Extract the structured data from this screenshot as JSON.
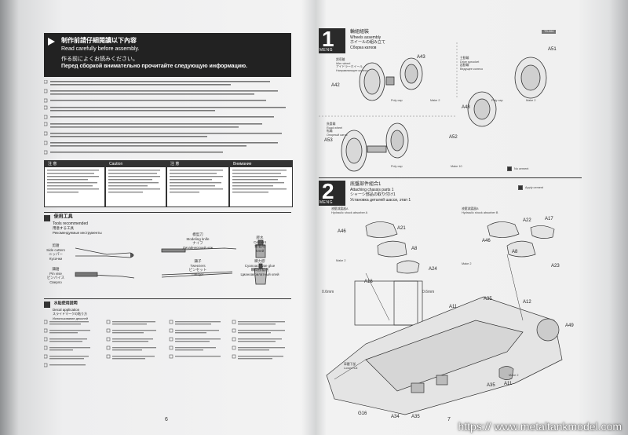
{
  "left_page": {
    "header": {
      "zh": "制作前請仔細閱讀以下內容",
      "en1": "Read carefully before assembly.",
      "jp": "作る前によくお読みください。",
      "ru": "Перед сборкой внимательно прочитайте следующую информацию."
    },
    "warning_boxes": [
      {
        "title": "注 意"
      },
      {
        "title": "Caution"
      },
      {
        "title": "注 意"
      },
      {
        "title": "Внимание"
      }
    ],
    "tools": {
      "zh": "使用工具",
      "en": "Tools recommended",
      "jp": "用意する工具",
      "ru": "Рекомендуемые инструменты",
      "items": [
        {
          "zh": "剪鉗",
          "en": "Side cutters",
          "jp": "ニッパー",
          "ru": "Кусачки"
        },
        {
          "zh": "模型刀",
          "en": "Modeling knife",
          "jp": "ナイフ",
          "ru": "Дизайнерский нож"
        },
        {
          "zh": "膠水",
          "en": "Cement",
          "jp": "接着剤",
          "ru": "Клей"
        },
        {
          "zh": "鑷鉗",
          "en": "Pin vise",
          "jp": "ピンバイス",
          "ru": "Сверло"
        },
        {
          "zh": "鑷子",
          "en": "Tweezers",
          "jp": "ピンセット",
          "ru": "Пинцет"
        },
        {
          "zh": "瞬力膠",
          "en": "Cyanoacrylate glue",
          "jp": "瞬間接着剤",
          "ru": "Цианоакрилатный клей"
        }
      ]
    },
    "decal": {
      "zh": "水貼使用說明",
      "en": "Decal application",
      "jp": "スライドマークの貼り方",
      "ru": "Использование деколей"
    },
    "page_number": "6"
  },
  "right_page": {
    "brand": "MENG",
    "product_code": "TS-064",
    "step1": {
      "number": "1",
      "zh": "輪組組裝",
      "en": "Wheels assembly",
      "jp": "ホイールの組み立て",
      "ru": "Сборка катков",
      "parts": [
        "A42",
        "A43",
        "A51",
        "A48",
        "A53",
        "A52"
      ],
      "labels": [
        {
          "zh": "誘導輪",
          "en": "Idler wheel",
          "jp": "アイドラーホイール",
          "ru": "Направляющее колесо"
        },
        {
          "zh": "主動輪",
          "en": "Drive sprocket",
          "jp": "起動輪",
          "ru": "Ведущее колесо"
        },
        {
          "zh": "負重輪",
          "en": "Road wheel",
          "jp": "転輪",
          "ru": "Опорный каток"
        }
      ],
      "make_counts": [
        "Make 2",
        "Make 2",
        "Make 10"
      ],
      "poly_cap": [
        "Poly cap",
        "Poly cap",
        "Poly cap"
      ],
      "no_cement": "No cement"
    },
    "step2": {
      "number": "2",
      "zh": "底盤部件組合1",
      "en": "Attaching chassis parts 1",
      "jp": "シャーシ部品の取り付け1",
      "ru": "Установка деталей шасси, этап 1",
      "parts_a": [
        "A46",
        "A21",
        "A8",
        "A24",
        "A16",
        "A22",
        "A17",
        "A23"
      ],
      "parts_b": [
        "A35",
        "A12",
        "A11",
        "A49",
        "G16",
        "A34"
      ],
      "dims": [
        "0.6mm",
        "0.6mm"
      ],
      "labels": [
        {
          "zh": "液壓減震器A",
          "en": "Hydraulic shock absorber A"
        },
        {
          "zh": "液壓減震器B",
          "en": "Hydraulic shock absorber B"
        },
        {
          "zh": "車體下部",
          "en": "Lower hull"
        }
      ],
      "make_counts": [
        "Make 2",
        "Make 2",
        "Make 2"
      ],
      "apply_cement": "Apply cement"
    },
    "page_number": "7"
  },
  "watermark": "https://  www.metaltankmodel.com",
  "colors": {
    "header_bg": "#222222",
    "page_bg": "#f2f2f2",
    "badge_bg": "#2a2a2a"
  }
}
